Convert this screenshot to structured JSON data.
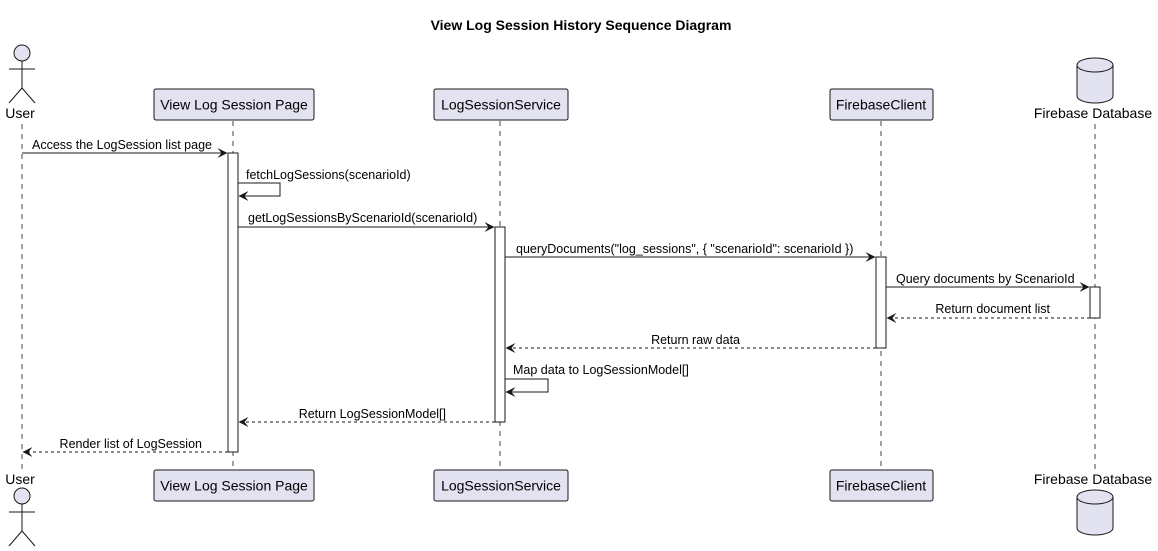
{
  "title": "View Log Session History Sequence Diagram",
  "colors": {
    "participant_fill": "#E2E2F0",
    "participant_stroke": "#181818",
    "lifeline": "#181818",
    "activation_fill": "#FFFFFF",
    "arrow": "#181818"
  },
  "participants": [
    {
      "id": "user",
      "label": "User",
      "shape": "actor"
    },
    {
      "id": "page",
      "label": "View Log Session Page",
      "shape": "box"
    },
    {
      "id": "service",
      "label": "LogSessionService",
      "shape": "box"
    },
    {
      "id": "client",
      "label": "FirebaseClient",
      "shape": "box"
    },
    {
      "id": "db",
      "label": "Firebase Database",
      "shape": "database"
    }
  ],
  "messages": [
    {
      "from": "user",
      "to": "page",
      "label": "Access the LogSession list page",
      "style": "solid"
    },
    {
      "from": "page",
      "to": "page",
      "label": "fetchLogSessions(scenarioId)",
      "style": "solid"
    },
    {
      "from": "page",
      "to": "service",
      "label": "getLogSessionsByScenarioId(scenarioId)",
      "style": "solid"
    },
    {
      "from": "service",
      "to": "client",
      "label": "queryDocuments(\"log_sessions\", { \"scenarioId\": scenarioId })",
      "style": "solid"
    },
    {
      "from": "client",
      "to": "db",
      "label": "Query documents by ScenarioId",
      "style": "solid"
    },
    {
      "from": "db",
      "to": "client",
      "label": "Return document list",
      "style": "dashed"
    },
    {
      "from": "client",
      "to": "service",
      "label": "Return raw data",
      "style": "dashed"
    },
    {
      "from": "service",
      "to": "service",
      "label": "Map data to LogSessionModel[]",
      "style": "solid"
    },
    {
      "from": "service",
      "to": "page",
      "label": "Return LogSessionModel[]",
      "style": "dashed"
    },
    {
      "from": "page",
      "to": "user",
      "label": "Render list of LogSession",
      "style": "dashed"
    }
  ]
}
